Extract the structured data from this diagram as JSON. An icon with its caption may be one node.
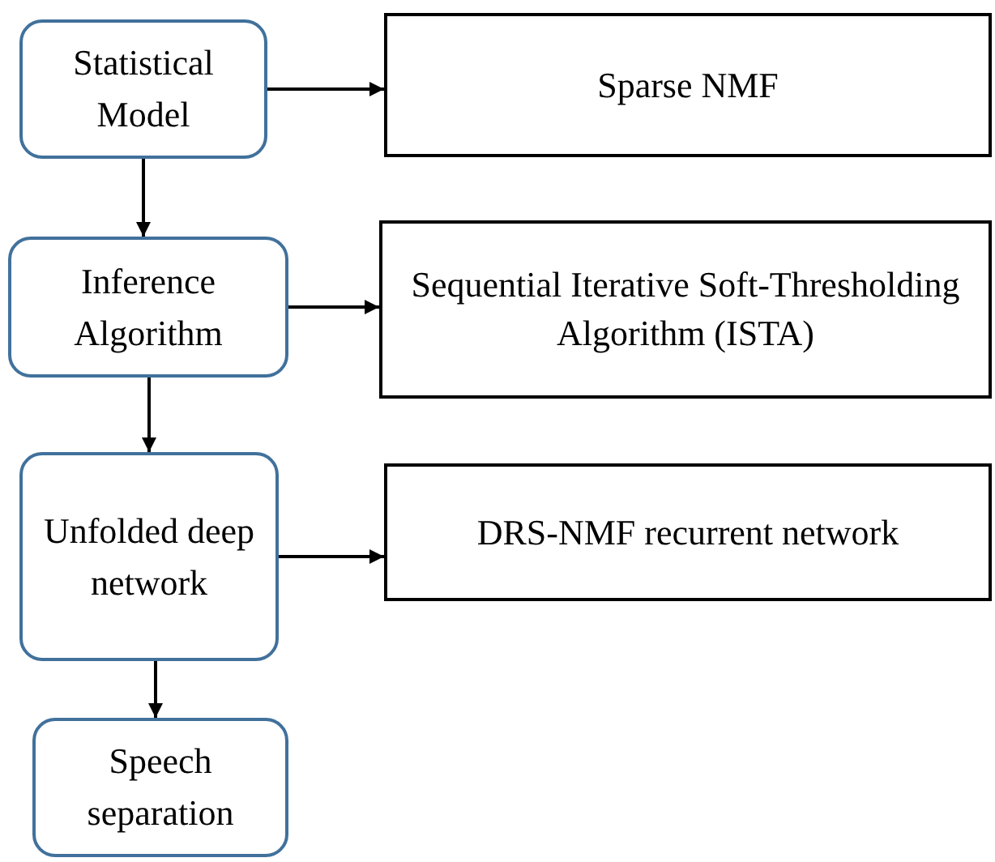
{
  "diagram": {
    "nodes": [
      {
        "text": [
          "Statistical Model"
        ]
      },
      {
        "text": [
          "Sparse NMF"
        ]
      },
      {
        "text": [
          "Inference Algorithm"
        ]
      },
      {
        "text": [
          "Sequential Iterative Soft-Thresholding Algorithm (ISTA)"
        ]
      },
      {
        "text": [
          "Unfolded deep network"
        ]
      },
      {
        "text": [
          "DRS-NMF recurrent network"
        ]
      },
      {
        "text": [
          "Speech separation"
        ]
      }
    ],
    "edges": [
      {
        "from": 0,
        "to": 1,
        "arrow": "to"
      },
      {
        "from": 0,
        "to": 2,
        "arrow": "to"
      },
      {
        "from": 2,
        "to": 3,
        "arrow": "to"
      },
      {
        "from": 2,
        "to": 4,
        "arrow": "to"
      },
      {
        "from": 4,
        "to": 5,
        "arrow": "to"
      },
      {
        "from": 4,
        "to": 6,
        "arrow": "to"
      }
    ]
  }
}
